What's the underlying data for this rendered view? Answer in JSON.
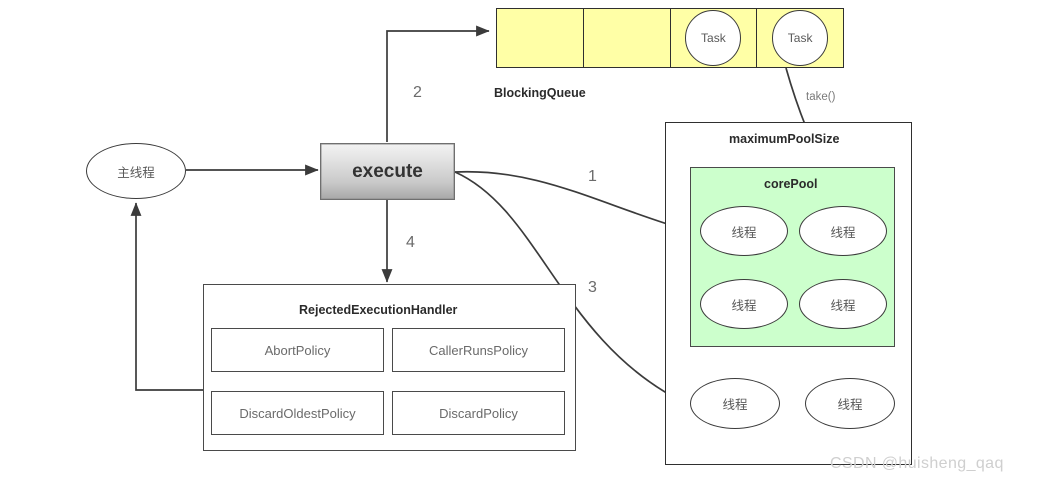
{
  "diagram": {
    "title": "Java ThreadPoolExecutor execute() flow",
    "colors": {
      "queue_fill": "#ffffa6",
      "corepool_fill": "#ccffcc",
      "stroke": "#2f2f2f",
      "text_muted": "#6b6b6b",
      "watermark": "#cfcfcf"
    }
  },
  "main_thread": {
    "label": "主线程"
  },
  "execute": {
    "label": "execute"
  },
  "blocking_queue": {
    "caption": "BlockingQueue",
    "cells": [
      {
        "task": ""
      },
      {
        "task": ""
      },
      {
        "task": "Task"
      },
      {
        "task": "Task"
      }
    ],
    "take_label": "take()"
  },
  "maximum_pool": {
    "caption": "maximumPoolSize",
    "core_pool": {
      "caption": "corePool",
      "threads": [
        {
          "label": "线程"
        },
        {
          "label": "线程"
        },
        {
          "label": "线程"
        },
        {
          "label": "线程"
        }
      ]
    },
    "extra_threads": [
      {
        "label": "线程"
      },
      {
        "label": "线程"
      }
    ]
  },
  "rejected_handler": {
    "caption": "RejectedExecutionHandler",
    "policies": [
      {
        "label": "AbortPolicy"
      },
      {
        "label": "CallerRunsPolicy"
      },
      {
        "label": "DiscardOldestPolicy"
      },
      {
        "label": "DiscardPolicy"
      }
    ]
  },
  "edge_labels": {
    "one": "1",
    "two": "2",
    "three": "3",
    "four": "4"
  },
  "watermark": {
    "text": "CSDN @huisheng_qaq"
  }
}
